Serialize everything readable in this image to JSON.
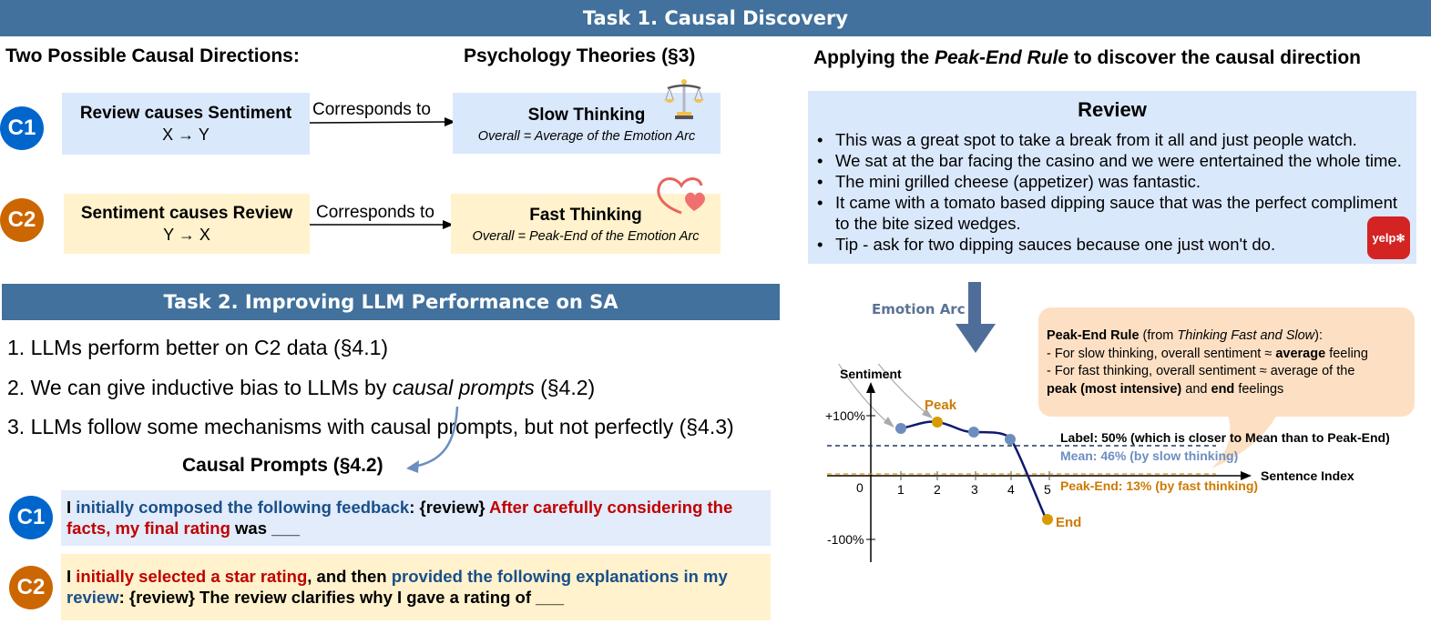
{
  "task1": {
    "banner_title": "Task 1. Causal Discovery",
    "left_heading": "Two Possible Causal Directions:",
    "middle_heading": "Psychology Theories (§3)",
    "right_heading_prefix": "Applying the ",
    "right_heading_italic": "Peak-End Rule",
    "right_heading_suffix": " to discover the causal direction",
    "directions": [
      {
        "badge": "C1",
        "title": "Review causes Sentiment",
        "formula": "X → Y",
        "arrow_label": "Corresponds to",
        "theory_title": "Slow Thinking",
        "theory_desc": "Overall = Average of the Emotion Arc",
        "theory_icon": "balance-scale-icon"
      },
      {
        "badge": "C2",
        "title": "Sentiment causes Review",
        "formula": "Y → X",
        "arrow_label": "Corresponds to",
        "theory_title": "Fast Thinking",
        "theory_desc": "Overall = Peak-End of the Emotion Arc",
        "theory_icon": "hearts-icon"
      }
    ],
    "review": {
      "title": "Review",
      "sentences": [
        "This was a great spot to take a break from it all and just people watch.",
        "We sat at the bar facing the casino and we were entertained the whole time.",
        "The mini grilled cheese (appetizer) was fantastic.",
        "It came with a tomato based dipping sauce that was the perfect compliment to the bite sized wedges.",
        "Tip - ask for two dipping sauces because one just won't do."
      ],
      "logo_text": "yelp"
    },
    "emotion_arc_label": "Emotion Arc",
    "peak_end_rule": {
      "title": "Peak-End Rule",
      "source_prefix": " (from ",
      "source_italic": "Thinking Fast and Slow",
      "source_suffix": "):",
      "line1_prefix": "- For slow thinking, overall sentiment ≈ ",
      "line1_bold": "average",
      "line1_suffix": " feeling",
      "line2": "- For fast thinking, overall sentiment ≈ average of the",
      "line3_bold1": "peak (most intensive)",
      "line3_mid": " and ",
      "line3_bold2": "end",
      "line3_suffix": " feelings"
    }
  },
  "task2": {
    "banner_title": "Task 2. Improving LLM Performance on SA",
    "findings": [
      {
        "prefix": "1. LLMs perform better on C2 data (§4.1)",
        "italic": "",
        "suffix": ""
      },
      {
        "prefix": "2. We can give inductive bias to LLMs by ",
        "italic": "causal prompts",
        "suffix": " (§4.2)"
      },
      {
        "prefix": "3. LLMs follow some mechanisms with causal prompts, but not perfectly (§4.3)",
        "italic": "",
        "suffix": ""
      }
    ],
    "prompts_heading": "Causal Prompts (§4.2)",
    "prompts": [
      {
        "badge": "C1",
        "segments": [
          {
            "text": "I ",
            "color": "black"
          },
          {
            "text": "initially composed the following feedback",
            "color": "blue"
          },
          {
            "text": ": {review} ",
            "color": "black"
          },
          {
            "text": "After carefully considering the facts, my final rating",
            "color": "red"
          },
          {
            "text": " was ___",
            "color": "black"
          }
        ]
      },
      {
        "badge": "C2",
        "segments": [
          {
            "text": "I ",
            "color": "black"
          },
          {
            "text": "initially selected a star rating",
            "color": "red"
          },
          {
            "text": ", and then ",
            "color": "black"
          },
          {
            "text": "provided the following explanations in my review",
            "color": "blue"
          },
          {
            "text": ": {review} The review clarifies why I gave a rating of ___",
            "color": "black"
          }
        ]
      }
    ]
  },
  "chart_data": {
    "type": "line",
    "title": "Emotion Arc",
    "xlabel": "Sentence Index",
    "ylabel": "Sentiment",
    "x": [
      1,
      2,
      3,
      4,
      5
    ],
    "series": [
      {
        "name": "Emotion Arc",
        "values": [
          78,
          90,
          72,
          62,
          -70
        ]
      }
    ],
    "x_ticks": [
      "0",
      "1",
      "2",
      "3",
      "4",
      "5"
    ],
    "y_ticks": [
      "+100%",
      "-100%"
    ],
    "ylim": [
      -100,
      100
    ],
    "annotations": {
      "peak_label": "Peak",
      "end_label": "End",
      "label_line": "Label: 50% (which is closer to Mean than to Peak-End)",
      "mean_line": "Mean: 46% (by slow thinking)",
      "peak_end_line": "Peak-End: 13% (by fast thinking)"
    },
    "reference_lines": [
      {
        "name": "Label",
        "value": 50,
        "color": "#1f3864"
      },
      {
        "name": "Mean",
        "value": 46,
        "color": "#6c8ebf"
      },
      {
        "name": "Peak-End",
        "value": 13,
        "color": "#d79b00"
      }
    ],
    "colors": {
      "arc": "#0d1a6e",
      "point": "#6c8ebf",
      "peak_end_point": "#d79b00",
      "peak_text": "#cc7a00"
    }
  }
}
